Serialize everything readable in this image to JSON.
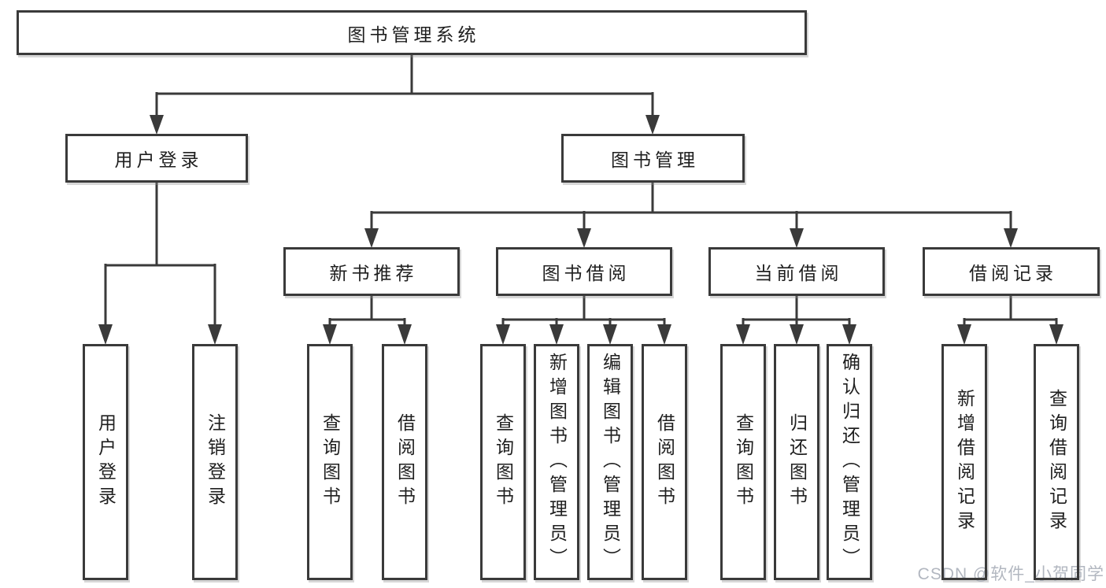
{
  "colors": {
    "line": "#3a3a3a",
    "box_border": "#3a3a3a",
    "text": "#1f1f1f",
    "background": "#ffffff",
    "watermark": "#b2b7c0"
  },
  "watermark": {
    "text": "CSDN @软件_小贺同学"
  },
  "diagram": {
    "root": {
      "label": "图书管理系统"
    },
    "branches": [
      {
        "label": "用户登录",
        "children": [
          {
            "label": "用户登录"
          },
          {
            "label": "注销登录"
          }
        ]
      },
      {
        "label": "图书管理",
        "children": [
          {
            "label": "新书推荐",
            "children": [
              {
                "label": "查询图书"
              },
              {
                "label": "借阅图书"
              }
            ]
          },
          {
            "label": "图书借阅",
            "children": [
              {
                "label": "查询图书"
              },
              {
                "label": "新增图书（管理员）"
              },
              {
                "label": "编辑图书（管理员）"
              },
              {
                "label": "借阅图书"
              }
            ]
          },
          {
            "label": "当前借阅",
            "children": [
              {
                "label": "查询图书"
              },
              {
                "label": "归还图书"
              },
              {
                "label": "确认归还（管理员）"
              }
            ]
          },
          {
            "label": "借阅记录",
            "children": [
              {
                "label": "新增借阅记录"
              },
              {
                "label": "查询借阅记录"
              }
            ]
          }
        ]
      }
    ]
  }
}
